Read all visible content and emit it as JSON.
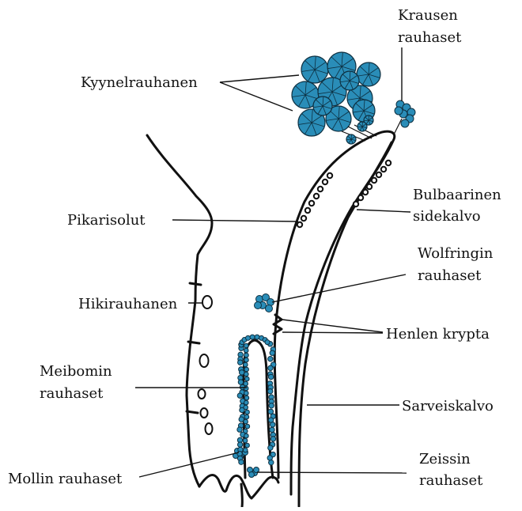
{
  "labels": {
    "krausen_1": "Krausen",
    "krausen_2": "rauhaset",
    "kyynel": "Kyynelrauhanen",
    "pikari": "Pikarisolut",
    "bulb_1": "Bulbaarinen",
    "bulb_2": "sidekalvo",
    "wolf_1": "Wolfringin",
    "wolf_2": "rauhaset",
    "hiki": "Hikirauhanen",
    "henle": "Henlen krypta",
    "meib_1": "Meibomin",
    "meib_2": "rauhaset",
    "sarveis": "Sarveiskalvo",
    "moll": "Mollin rauhaset",
    "zeis_1": "Zeissin",
    "zeis_2": "rauhaset"
  },
  "colors": {
    "gland_fill": "#2a8db8",
    "gland_stroke": "#0d2f40",
    "ink": "#111111",
    "background": "#ffffff"
  }
}
